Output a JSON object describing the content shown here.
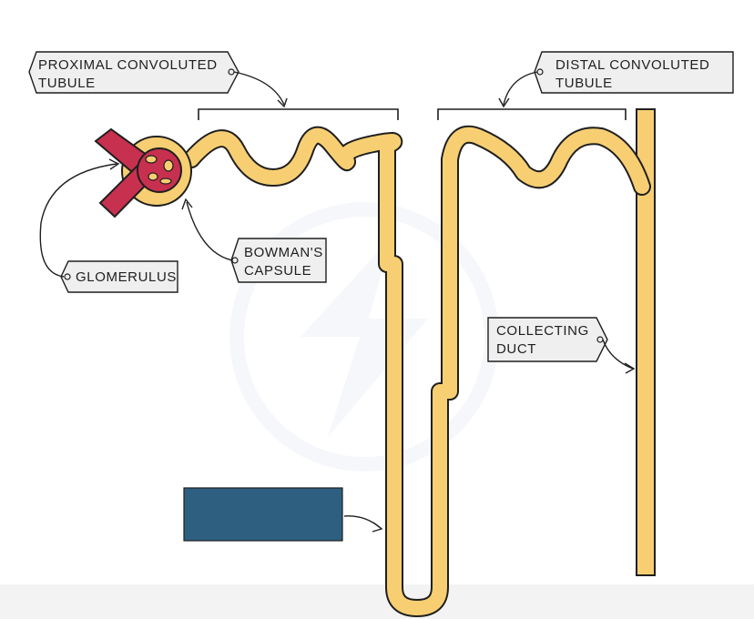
{
  "labels": {
    "proximal": {
      "line1": "PROXIMAL  CONVOLUTED",
      "line2": "TUBULE"
    },
    "distal": {
      "line1": "DISTAL   CONVOLUTED",
      "line2": "TUBULE"
    },
    "glomerulus": {
      "line1": "GLOMERULUS"
    },
    "bowmans": {
      "line1": "BOWMAN'S",
      "line2": "CAPSULE"
    },
    "collecting": {
      "line1": "COLLECTING",
      "line2": "DUCT"
    }
  },
  "colors": {
    "tubule_fill": "#f7cf72",
    "vessel_fill": "#c8304f",
    "outline": "#1f1f1f",
    "label_bg": "#efefef",
    "hidden_label_box": "#2e5f80",
    "watermark": "#eef1f6"
  },
  "icons": {
    "watermark": "lightning-bolt-watermark-icon"
  }
}
